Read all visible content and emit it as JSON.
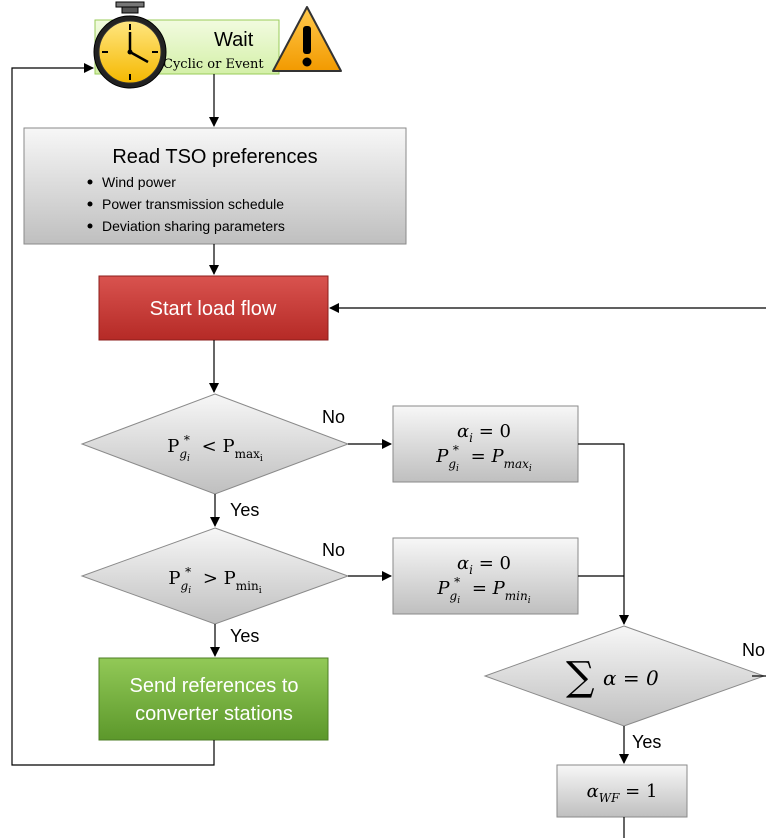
{
  "wait_box": {
    "title": "Wait",
    "subtitle": "Cyclic or Event",
    "clock_icon": "stopwatch-icon",
    "warning_icon": "warning-icon"
  },
  "read_box": {
    "title": "Read TSO preferences",
    "bullets": [
      "Wind power",
      "Power transmission schedule",
      "Deviation sharing parameters"
    ]
  },
  "start_box": {
    "label": "Start load flow"
  },
  "decision_max": {
    "lhs": "P",
    "lhs_sub": "g",
    "lhs_sub_i": "i",
    "lhs_sup": "*",
    "op": "<",
    "rhs": "P",
    "rhs_sub": "max",
    "rhs_sub_i": "i"
  },
  "decision_min": {
    "lhs": "P",
    "lhs_sub": "g",
    "lhs_sub_i": "i",
    "lhs_sup": "*",
    "op": ">",
    "rhs": "P",
    "rhs_sub": "min",
    "rhs_sub_i": "i"
  },
  "action_max": {
    "line1_var": "α",
    "line1_sub": "i",
    "line1_rhs": "= 0",
    "line2_var": "P",
    "line2_sub": "g",
    "line2_sub_i": "i",
    "line2_sup": "*",
    "line2_eq": "=",
    "line2_rhs_var": "P",
    "line2_rhs_sub": "max",
    "line2_rhs_sub_i": "i"
  },
  "action_min": {
    "line1_var": "α",
    "line1_sub": "i",
    "line1_rhs": "= 0",
    "line2_var": "P",
    "line2_sub": "g",
    "line2_sub_i": "i",
    "line2_sup": "*",
    "line2_eq": "=",
    "line2_rhs_var": "P",
    "line2_rhs_sub": "min",
    "line2_rhs_sub_i": "i"
  },
  "decision_sum": {
    "sigma": "∑",
    "expr": "α = 0"
  },
  "send_box": {
    "line1": "Send references to",
    "line2": "converter stations"
  },
  "alpha_wf_box": {
    "var": "α",
    "sub": "WF",
    "rhs": "= 1"
  },
  "labels": {
    "no_max": "No",
    "yes_max": "Yes",
    "no_min": "No",
    "yes_min": "Yes",
    "no_sum": "No",
    "yes_sum": "Yes"
  },
  "colors": {
    "wait_fill_top": "#f2fbe0",
    "wait_fill_bottom": "#d4f0a8",
    "grey_fill_top": "#f5f5f5",
    "grey_fill_bottom": "#bdbdbd",
    "red_fill_top": "#d9534f",
    "red_fill_bottom": "#b52a26",
    "green_fill_top": "#8fc653",
    "green_fill_bottom": "#5d9a2c",
    "stroke": "#000000"
  }
}
